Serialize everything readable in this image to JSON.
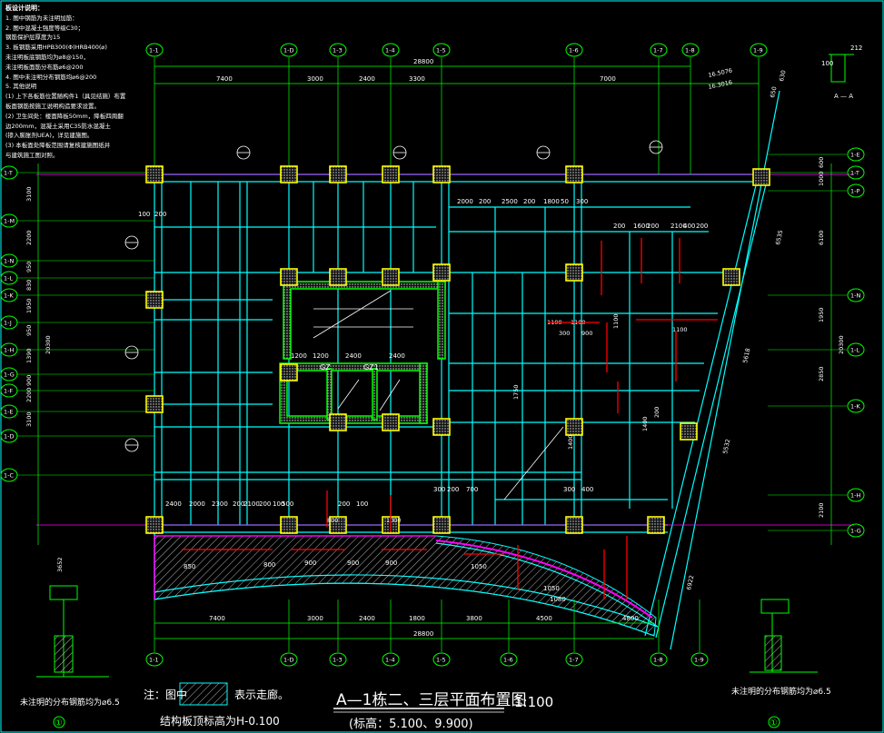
{
  "notes": {
    "title": "板设计说明：",
    "lines": [
      "1. 图中钢筋为未注明加筋：",
      "2. 图中混凝土强度等级C30；",
      "   钢筋保护层厚度为15",
      "3. 板钢筋采用HPB300(Φ)HRB400(⌀)",
      "   未注明板底钢筋均为⌀8@150，",
      "   未注明板面筋分布筋⌀6@200",
      "4. 图中未注明分布钢筋均⌀6@200",
      "5. 其他说明",
      "(1) 上下各板筋位置随构件1（具见结施）布置",
      "    板面钢筋按施工说明构造要求设置。",
      "(2) 卫生间处：楼面降板50mm，降板四周翻",
      "    边200mm，混凝土采用C35防水混凝土",
      "    (掺入膨胀剂UEA)，详见建施图。",
      "(3) 本板面处降板范围请复核建施图纸并",
      "    与建筑施工图对照。"
    ]
  },
  "top_grid": [
    "1-1",
    "1-D",
    "1-3",
    "1-4",
    "1-5",
    "1-6",
    "1-7",
    "1-8",
    "1-9"
  ],
  "bottom_grid": [
    "1-1",
    "1-D",
    "1-3",
    "1-4",
    "1-5",
    "1-6",
    "1-7",
    "1-8",
    "1-9"
  ],
  "left_grid": [
    "1-T",
    "1-M",
    "1-N",
    "1-L",
    "1-K",
    "1-J",
    "1-H",
    "1-G",
    "1-F",
    "1-E",
    "1-D",
    "1-C"
  ],
  "right_grid": [
    "1-T",
    "1-P",
    "1-N",
    "1-L",
    "1-K",
    "1-H",
    "1-G",
    "1-E"
  ],
  "dims": {
    "top_total": "28800",
    "top_parts": [
      "7400",
      "3000",
      "2400",
      "3300",
      "7000"
    ],
    "bottom_total": "28800",
    "bottom_parts": [
      "7400",
      "3000",
      "2400",
      "1800",
      "3800",
      "4500",
      "4800"
    ],
    "left_parts": [
      "3100",
      "2200",
      "950",
      "830",
      "1950",
      "950",
      "1390",
      "900",
      "2200",
      "3100"
    ],
    "left_total": "20300",
    "right_parts": [
      "6100",
      "1950",
      "2850",
      "2100"
    ],
    "right_total": "20300",
    "right_sub": [
      "1000",
      "600"
    ],
    "diag": [
      "6535",
      "5618",
      "5532",
      "6922"
    ],
    "arc": [
      "16.5076",
      "16.3016"
    ],
    "top_right": [
      "630",
      "650"
    ]
  },
  "labels": {
    "slab_right": [
      "200",
      "1600",
      "200",
      "2100",
      "400",
      "200"
    ],
    "slab_top": [
      "2000",
      "200",
      "2500",
      "200",
      "1800",
      "50",
      "300"
    ],
    "core": [
      "1200",
      "1200",
      "2400",
      "2400"
    ],
    "gz": [
      "GZ",
      "GZ1"
    ],
    "left_top": [
      "100",
      "200"
    ],
    "bottom_row": [
      "2400",
      "2000",
      "2300",
      "200",
      "2100",
      "200",
      "100",
      "500",
      "200",
      "100",
      "300",
      "200",
      "700",
      "300",
      "400"
    ],
    "corridor": [
      "850",
      "800",
      "900",
      "900",
      "900",
      "1050",
      "1050",
      "1080"
    ],
    "mid": [
      "1100",
      "1100",
      "300",
      "900",
      "1100",
      "1750",
      "1400",
      "1400",
      "200",
      "1100",
      "800",
      "1000"
    ]
  },
  "detail": {
    "label": "A — A",
    "dims": [
      "212",
      "100"
    ]
  },
  "legend": {
    "prefix": "注：图中",
    "suffix": "表示走廊。",
    "slab_elev": "结构板顶标高为H-0.100"
  },
  "title_block": {
    "title": "A—1栋二、三层平面布置图",
    "scale": "1:100",
    "elev": "(标高：5.100、9.900)"
  },
  "side_notes": {
    "left": "未注明的分布钢筋均为⌀6.5",
    "right": "未注明的分布钢筋均为⌀6.5",
    "mark": "①"
  },
  "colors": {
    "grid": "#00ff00",
    "beam": "#00ffff",
    "column": "#ffff00",
    "axis": "#ff00ff",
    "text": "#ffffff",
    "rebar": "#ff0000"
  }
}
